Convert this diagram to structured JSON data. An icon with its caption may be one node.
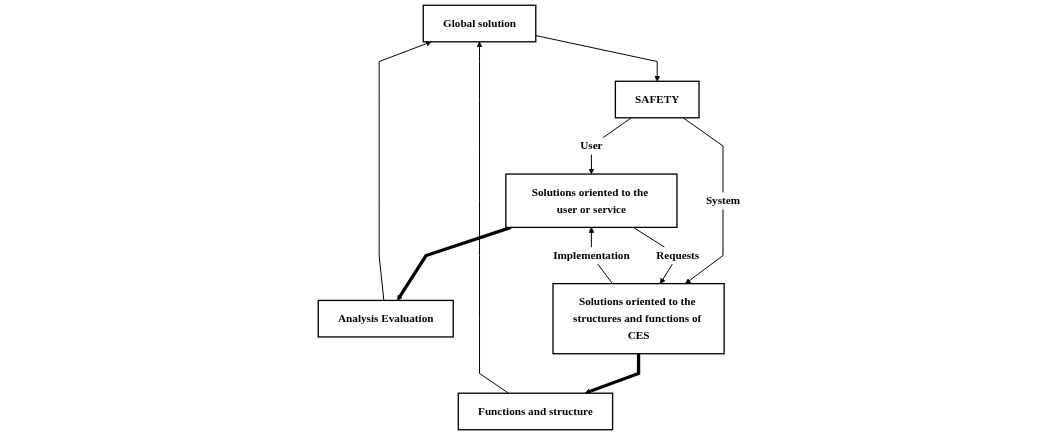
{
  "diagram": {
    "nodes": [
      {
        "text": [
          "Global solution"
        ]
      },
      {
        "text": [
          "SAFETY"
        ]
      },
      {
        "text": [
          "Analysis Evaluation"
        ]
      },
      {
        "text": [
          "Solutions oriented to the user or service"
        ]
      },
      {
        "text": [
          "Solutions oriented to the structures and functions of CES"
        ]
      },
      {
        "text": [
          "Functions and structure"
        ]
      }
    ],
    "edges": [
      {
        "from": 0,
        "to": 1,
        "arrow": "to"
      },
      {
        "from": 1,
        "to": 3,
        "arrow": "to",
        "label": "User"
      },
      {
        "from": 1,
        "to": 4,
        "arrow": "to",
        "label": "System"
      },
      {
        "from": 3,
        "to": 4,
        "arrow": "to",
        "label": "Requests"
      },
      {
        "from": 4,
        "to": 3,
        "arrow": "to",
        "label": "Implementation"
      },
      {
        "from": 3,
        "to": 2,
        "arrow": "to",
        "style": "thick"
      },
      {
        "from": 4,
        "to": 5,
        "arrow": "to",
        "style": "thick"
      },
      {
        "from": 2,
        "to": 0,
        "arrow": "to"
      },
      {
        "from": 5,
        "to": 0,
        "arrow": "to"
      }
    ]
  }
}
